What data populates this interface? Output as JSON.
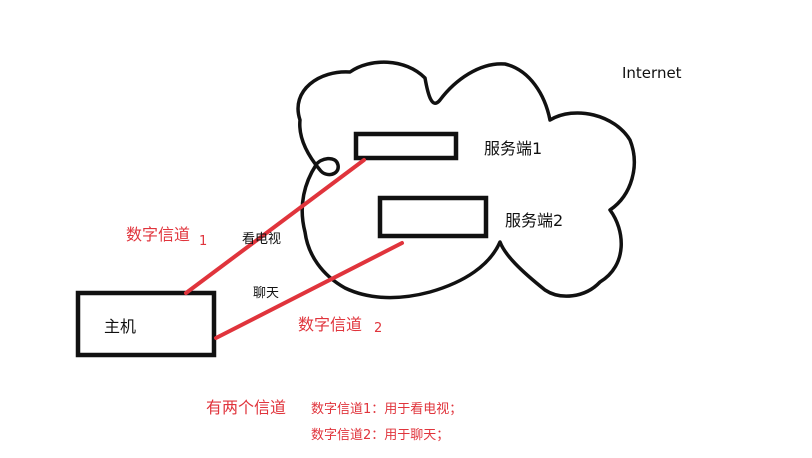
{
  "labels": {
    "internet": "Internet",
    "server1": "服务端1",
    "server2": "服务端2",
    "host": "主机",
    "channel1_main": "数字信道",
    "channel1_sub": "1",
    "channel2_main": "数字信道",
    "channel2_sub": "2",
    "usage1": "看电视",
    "usage2": "聊天",
    "summary_title": "有两个信道",
    "summary_line1": "数字信道1：用于看电视；",
    "summary_line2": "数字信道2：用于聊天；"
  },
  "colors": {
    "outline": "#111111",
    "channel": "#e0343c",
    "background": "#ffffff"
  }
}
